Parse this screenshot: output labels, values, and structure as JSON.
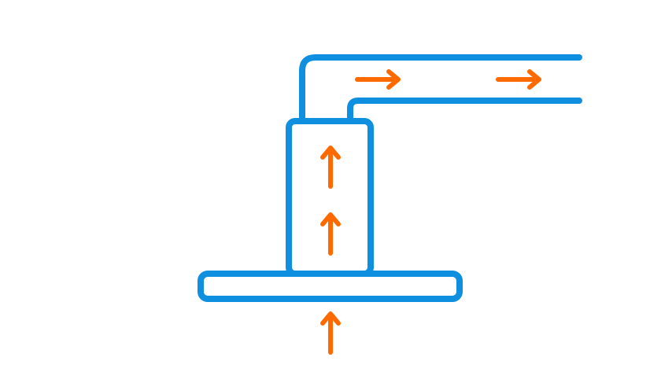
{
  "diagram": {
    "colors": {
      "pipe": "#0f8fe0",
      "flow_arrow": "#ff6a00",
      "background": "#ffffff"
    },
    "components": [
      {
        "name": "base-plate"
      },
      {
        "name": "vertical-column"
      },
      {
        "name": "horizontal-duct"
      }
    ],
    "flow_arrows": [
      {
        "name": "inlet-arrow",
        "direction": "up"
      },
      {
        "name": "column-arrow-lower",
        "direction": "up"
      },
      {
        "name": "column-arrow-upper",
        "direction": "up"
      },
      {
        "name": "duct-arrow-left",
        "direction": "right"
      },
      {
        "name": "duct-arrow-right",
        "direction": "right"
      }
    ]
  }
}
